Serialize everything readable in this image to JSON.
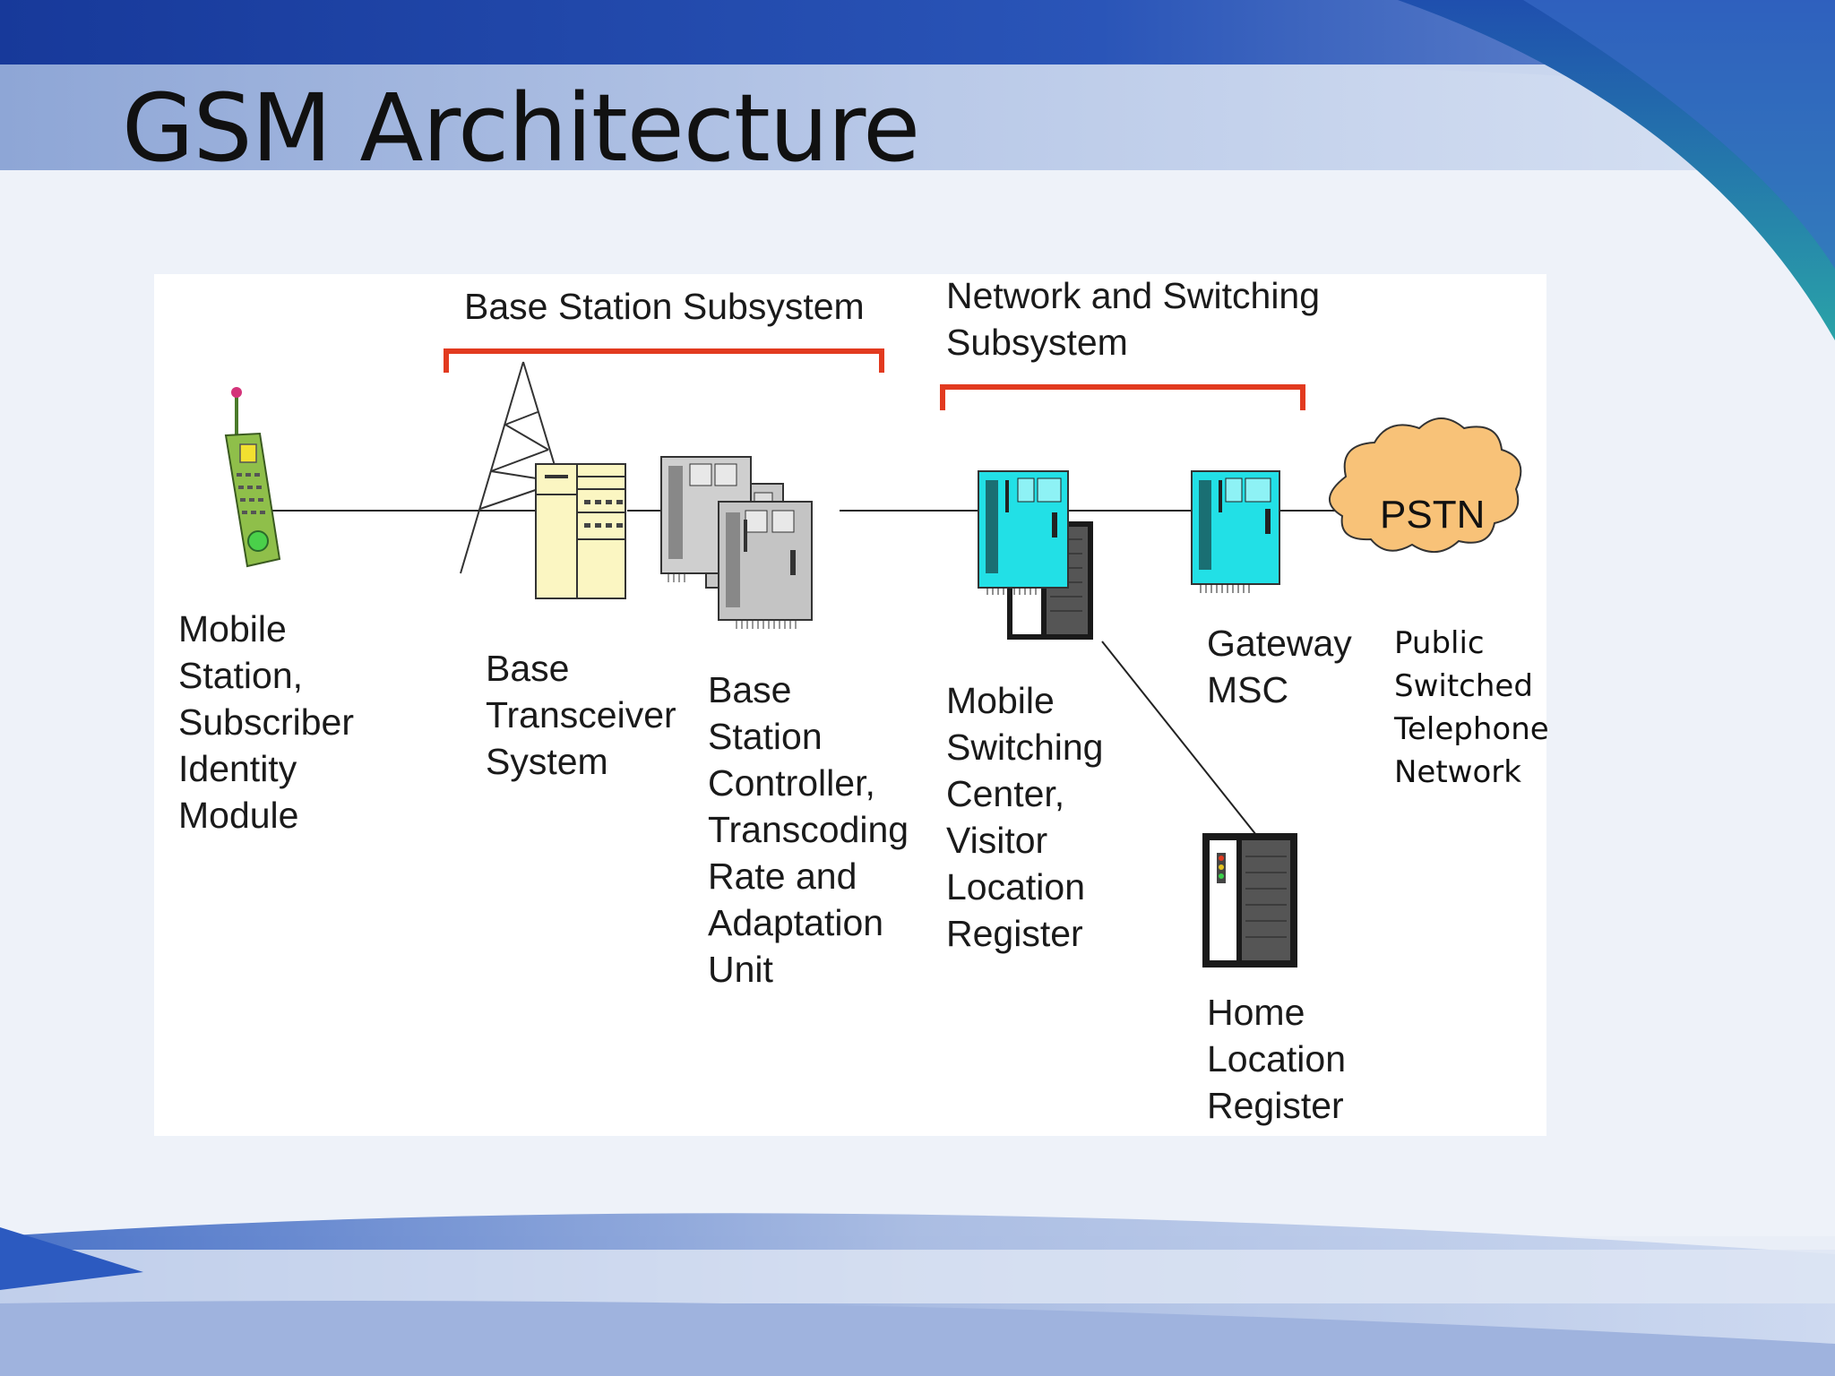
{
  "slide": {
    "title": "GSM Architecture",
    "colors": {
      "band_dark": "#1a44a8",
      "band_light": "#a9bde0",
      "bracket": "#e23a1f",
      "equipment_cyan": "#22e0e6",
      "cloud": "#f8c278"
    }
  },
  "diagram": {
    "subsystems": {
      "bss": "Base Station Subsystem",
      "nss": "Network and Switching\nSubsystem"
    },
    "nodes": {
      "ms": {
        "label": "Mobile\nStation,\nSubscriber\nIdentity\nModule",
        "icon": "mobile-phone-icon"
      },
      "bts": {
        "label": "Base\nTransceiver\nSystem",
        "icon": "antenna-tower-icon"
      },
      "bsc": {
        "label": "Base\nStation\nController,\nTranscoding\nRate and\nAdaptation\nUnit",
        "icon": "server-rack-icon"
      },
      "msc": {
        "label": "Mobile\nSwitching\nCenter,\nVisitor\nLocation\nRegister",
        "icon": "switch-cabinet-icon"
      },
      "gmsc": {
        "label": "Gateway\nMSC",
        "icon": "switch-cabinet-icon"
      },
      "hlr": {
        "label": "Home\nLocation\nRegister",
        "icon": "database-cabinet-icon"
      },
      "pstn": {
        "label": "PSTN",
        "description": "Public\nSwitched\nTelephone\nNetwork",
        "icon": "cloud-icon"
      }
    }
  }
}
